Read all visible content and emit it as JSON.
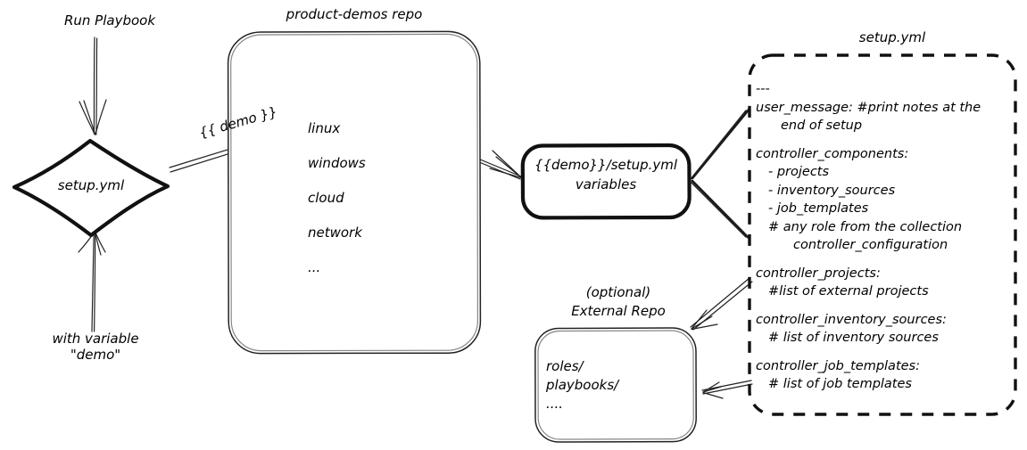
{
  "diagram": {
    "title": "Ansible product-demos setup.yml flow",
    "colors": {
      "ink": "#111111",
      "background": "#ffffff"
    },
    "nodes": {
      "run_playbook_label": "Run Playbook",
      "with_variable_label_line1": "with variable",
      "with_variable_label_line2": "\"demo\"",
      "setup_diamond": "setup.yml",
      "repo_title": "product-demos repo",
      "repo_items": [
        "linux",
        "windows",
        "cloud",
        "network",
        "..."
      ],
      "demo_edge_label": "{{ demo }}",
      "vars_box_line1": "{{demo}}/setup.yml",
      "vars_box_line2": "variables",
      "external_repo_title_line1": "(optional)",
      "external_repo_title_line2": "External Repo",
      "external_repo_items": [
        "roles/",
        "playbooks/",
        "...."
      ],
      "setup_yml_file_title": "setup.yml"
    },
    "setup_yml_contents": [
      {
        "indent": 0,
        "text": "---"
      },
      {
        "indent": 0,
        "text": "user_message: #print notes at the"
      },
      {
        "indent": 2,
        "text": "end of setup"
      },
      {
        "indent": 0,
        "text": ""
      },
      {
        "indent": 0,
        "text": "controller_components:"
      },
      {
        "indent": 1,
        "text": "- projects"
      },
      {
        "indent": 1,
        "text": "- inventory_sources"
      },
      {
        "indent": 1,
        "text": "- job_templates"
      },
      {
        "indent": 1,
        "text": "# any role from the collection"
      },
      {
        "indent": 3,
        "text": "controller_configuration"
      },
      {
        "indent": 0,
        "text": ""
      },
      {
        "indent": 0,
        "text": "controller_projects:"
      },
      {
        "indent": 1,
        "text": "#list of external projects"
      },
      {
        "indent": 0,
        "text": ""
      },
      {
        "indent": 0,
        "text": "controller_inventory_sources:"
      },
      {
        "indent": 1,
        "text": "# list of inventory sources"
      },
      {
        "indent": 0,
        "text": ""
      },
      {
        "indent": 0,
        "text": "controller_job_templates:"
      },
      {
        "indent": 1,
        "text": "# list of job templates"
      }
    ]
  }
}
